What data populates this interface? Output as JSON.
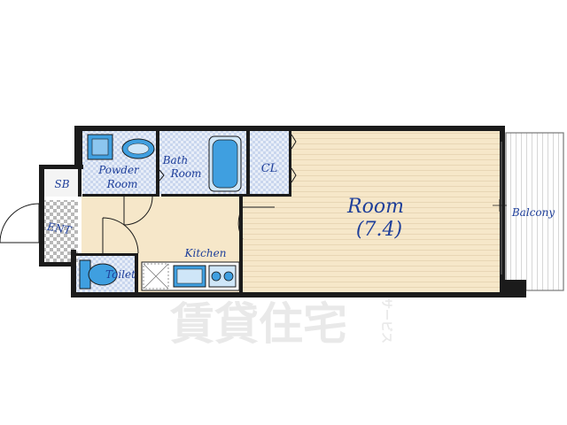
{
  "rooms": {
    "sb": "SB",
    "powder": [
      "Powder",
      "Room"
    ],
    "bath": [
      "Bath",
      "Room"
    ],
    "cl": "CL",
    "room": [
      "Room",
      "(7.4)"
    ],
    "balcony": "Balcony",
    "ent": "ENT",
    "kitchen": "Kitchen",
    "toilet": "Toilet"
  },
  "watermark": {
    "main": "賃貸住宅",
    "side": "サービス"
  },
  "colors": {
    "wall": "#1b1b1b",
    "floor": "#f6e7c9",
    "wet_area": "#dde8f6",
    "fixture": "#3f9fe0",
    "label": "#1f3f9a",
    "balcony_stripe": "#9a9a9a"
  }
}
